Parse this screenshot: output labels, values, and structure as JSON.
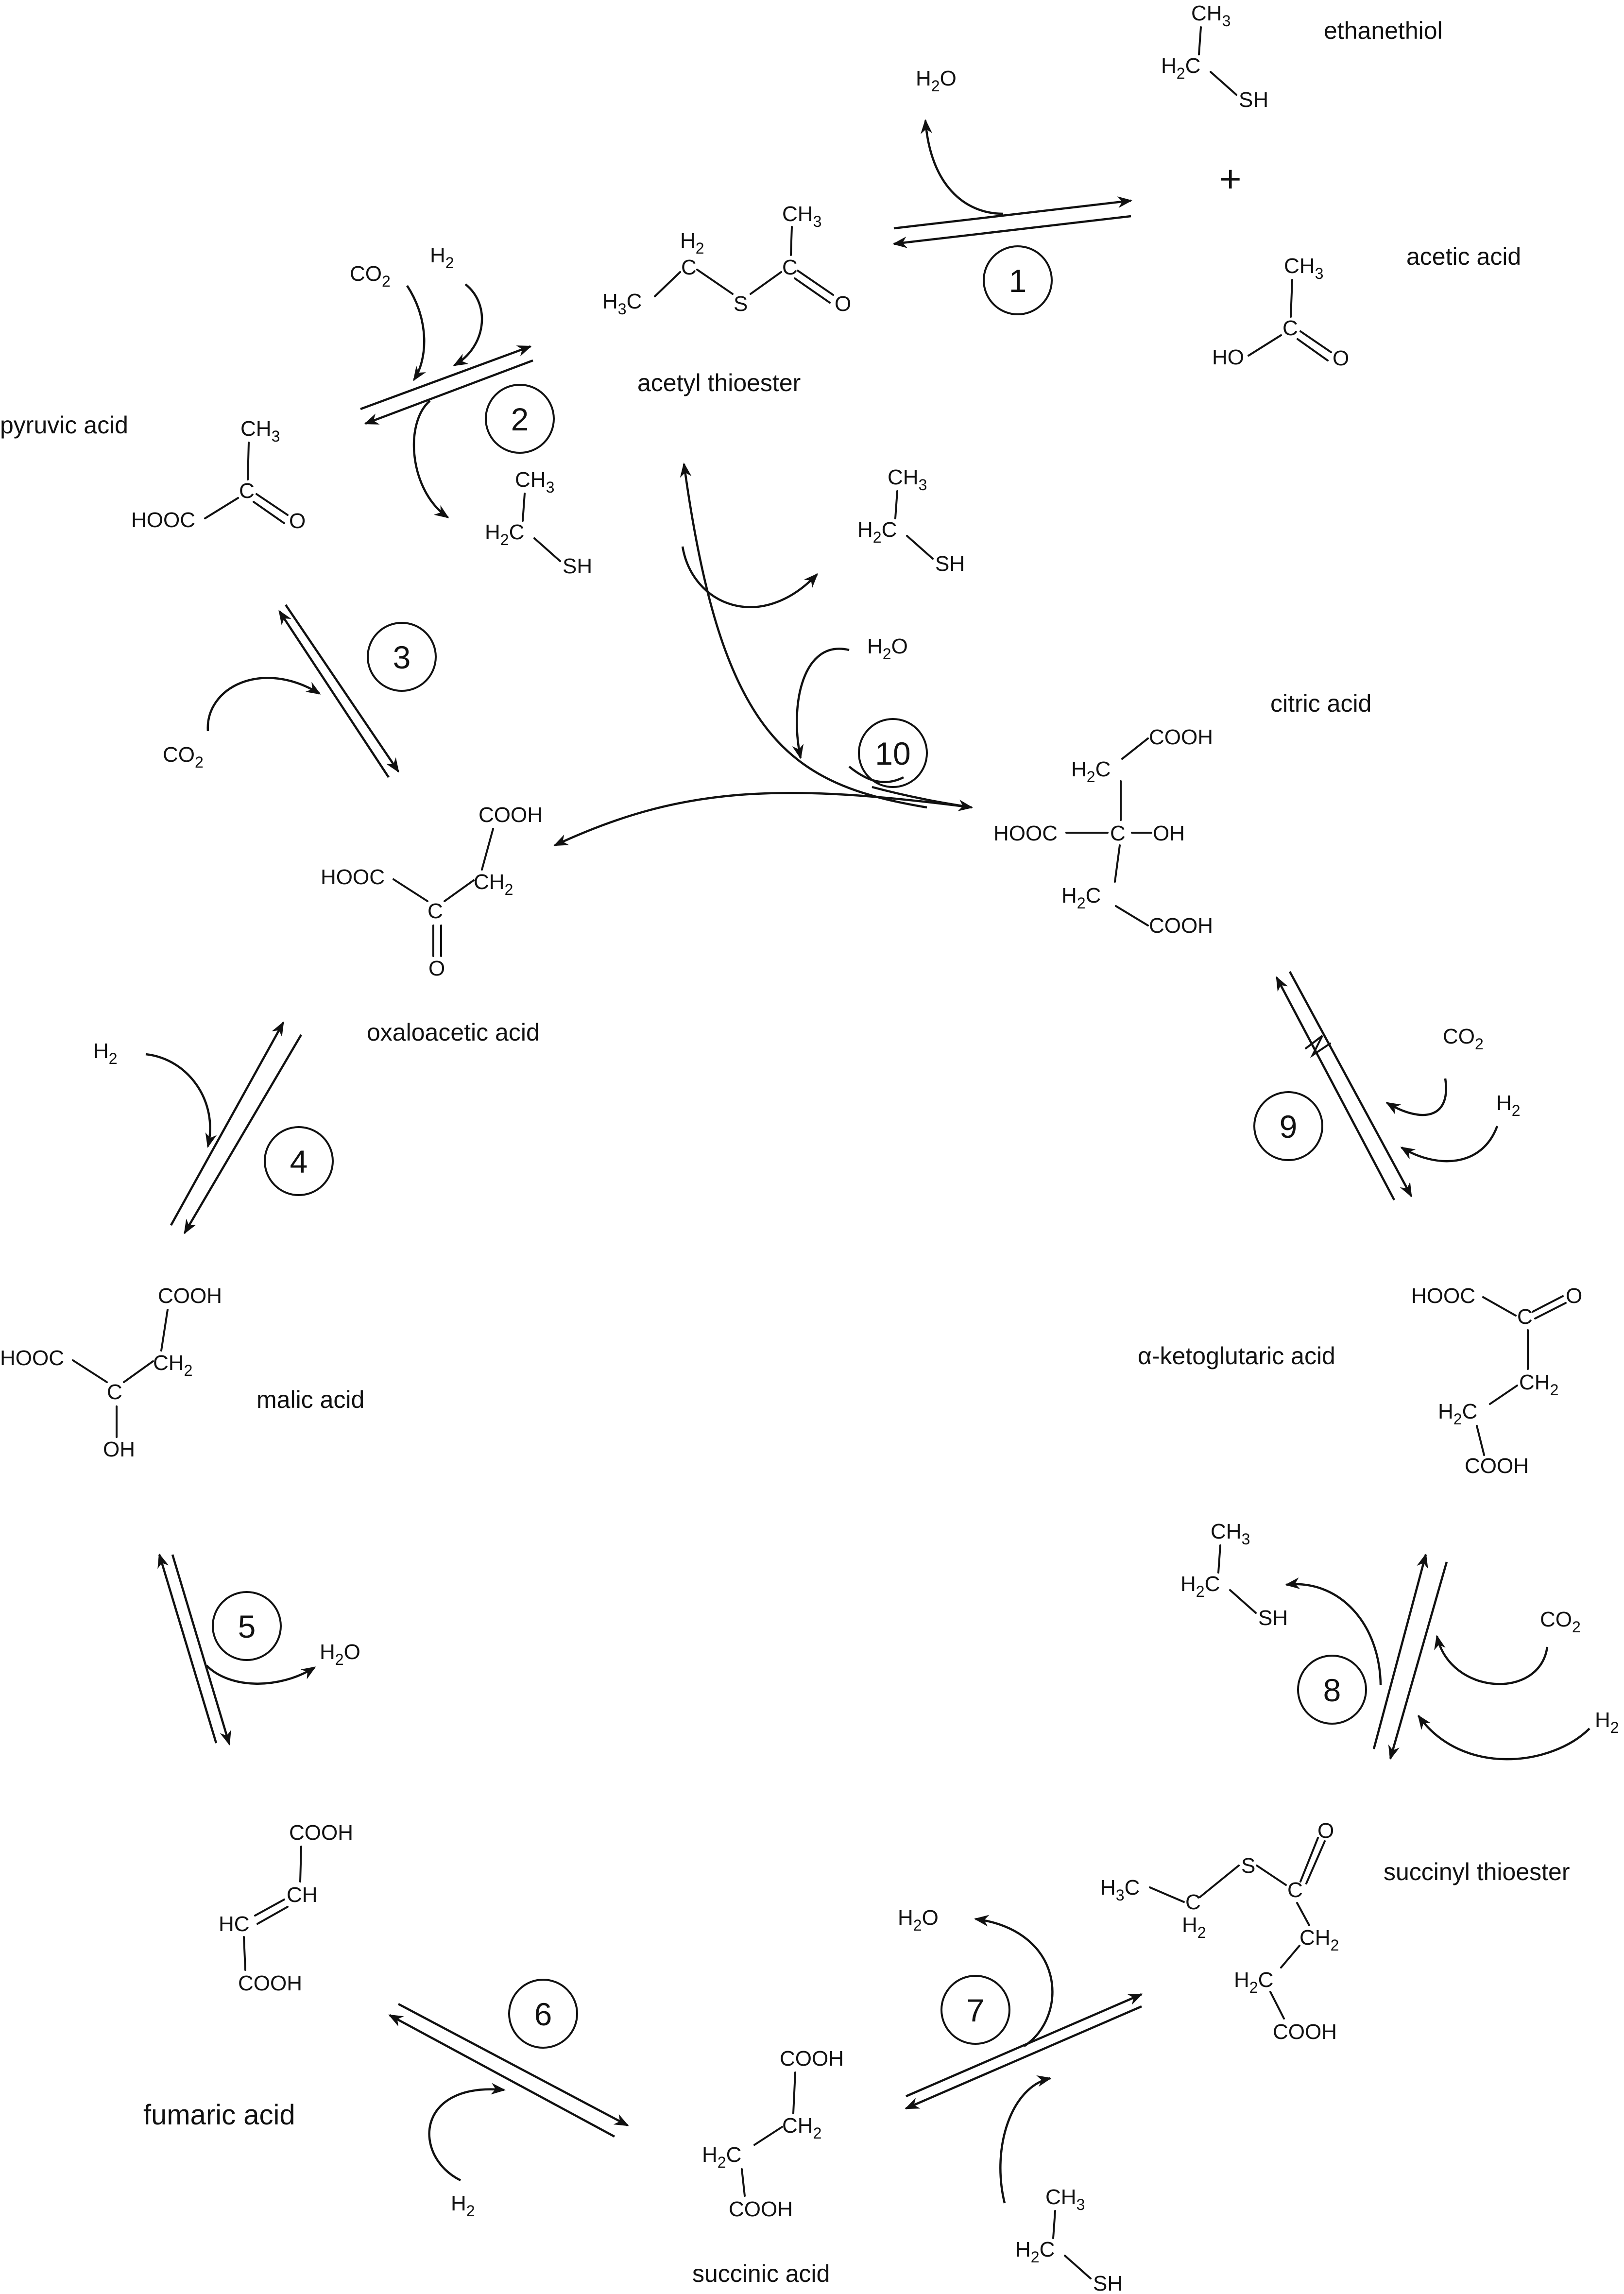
{
  "labels": {
    "ethanethiol": "ethanethiol",
    "acetic_acid": "acetic acid",
    "acetyl_thioester": "acetyl thioester",
    "pyruvic_acid": "pyruvic acid",
    "citric_acid": "citric acid",
    "oxaloacetic_acid": "oxaloacetic acid",
    "alpha_ketoglutaric_acid": "α-ketoglutaric acid",
    "malic_acid": "malic acid",
    "succinyl_thioester": "succinyl thioester",
    "fumaric_acid": "fumaric acid",
    "succinic_acid": "succinic acid"
  },
  "plus": "+",
  "steps": [
    "1",
    "2",
    "3",
    "4",
    "5",
    "6",
    "7",
    "8",
    "9",
    "10"
  ],
  "atoms": {
    "C": "C",
    "H": "H",
    "O": "O",
    "S": "S",
    "HO": "HO",
    "OH": "OH",
    "SH": "SH",
    "HC": "HC",
    "CH": "CH",
    "COOH": "COOH",
    "HOOC": "HOOC",
    "sub2": "2",
    "sub3": "3"
  }
}
